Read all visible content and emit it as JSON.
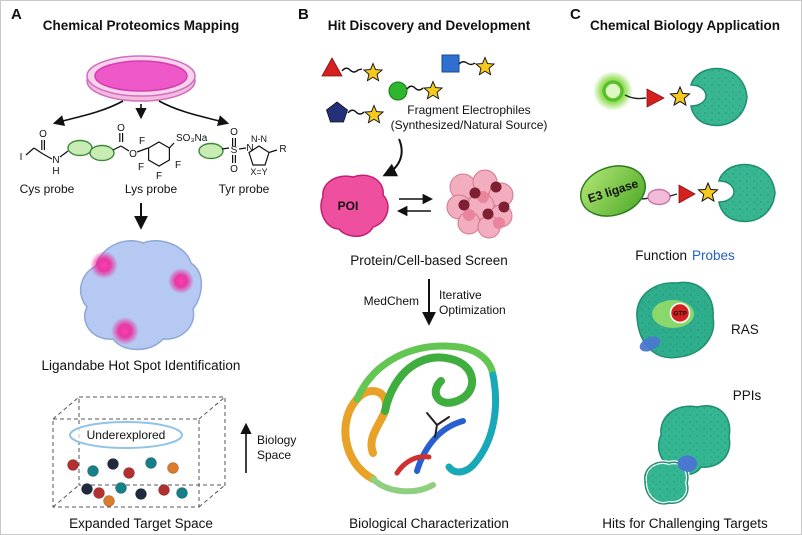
{
  "panel_a": {
    "letter": "A",
    "title": "Chemical Proteomics Mapping",
    "probes": {
      "cys": {
        "label": "Cys probe",
        "i": "I",
        "o": "O",
        "n": "N",
        "h": "H"
      },
      "lys": {
        "label": "Lys probe",
        "o_carbonyl": "O",
        "o_ester": "O",
        "f1": "F",
        "f2": "F",
        "f3": "F",
        "f4": "F",
        "so3na": "SO₃Na"
      },
      "tyr": {
        "label": "Tyr probe",
        "s": "S",
        "o1": "O",
        "o2": "O",
        "n": "N",
        "nn": "N-N",
        "xy": "X=Y",
        "r": "R"
      }
    },
    "hotspot_caption": "Ligandabe Hot Spot Identification",
    "cube": {
      "underexplored": "Underexplored",
      "axis_line1": "Biology",
      "axis_line2": "Space"
    },
    "caption": "Expanded Target Space"
  },
  "panel_b": {
    "letter": "B",
    "title": "Hit Discovery and Development",
    "fragments_line1": "Fragment Electrophiles",
    "fragments_line2": "(Synthesized/Natural Source)",
    "poi": "POI",
    "screen_caption": "Protein/Cell-based Screen",
    "medchem": "MedChem",
    "iter_line1": "Iterative",
    "iter_line2": "Optimization",
    "caption": "Biological Characterization"
  },
  "panel_c": {
    "letter": "C",
    "title": "Chemical Biology Application",
    "e3": "E3 ligase",
    "probes_caption_1": "Function",
    "probes_caption_2": "Probes",
    "gtp": "GTP",
    "ras": "RAS",
    "ppis": "PPIs",
    "caption": "Hits for Challenging Targets"
  },
  "colors": {
    "probe_green": "#c9ecb4",
    "dish_magenta": "#ee58c8",
    "protein_blue": "#b6c9f2",
    "hotspot_pink": "#ee1f96",
    "poi_pink": "#ee4f9e",
    "teal_protein": "#35b692",
    "e3_green": "#5cb52f",
    "star_yellow": "#f6c91e",
    "triangle_red": "#d42020",
    "pentagon_navy": "#24307a",
    "square_blue": "#2f6fd0",
    "probes_blue": "#2060c8"
  }
}
